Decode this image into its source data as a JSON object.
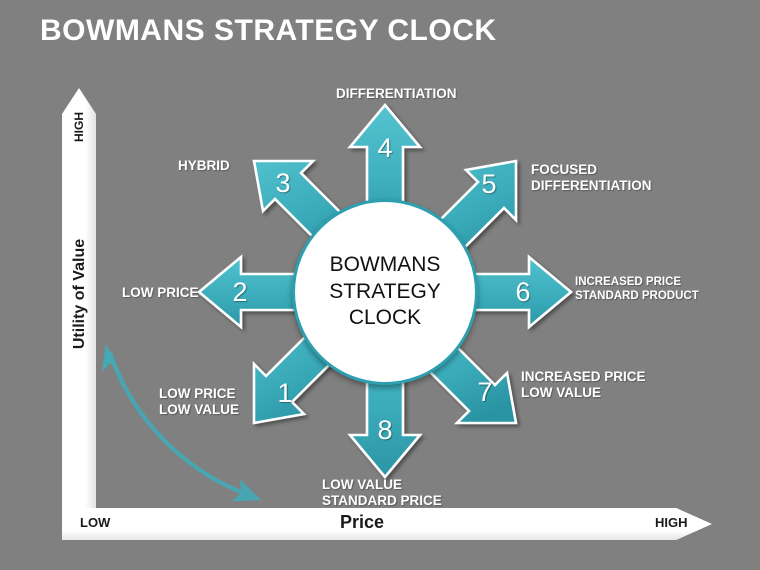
{
  "title": "BOWMANS STRATEGY CLOCK",
  "colors": {
    "background": "#808080",
    "arrow_teal_light": "#4fc0cd",
    "arrow_teal_dark": "#2a93a3",
    "arrow_outline": "#ffffff",
    "axis_white": "#ffffff",
    "text_white": "#ffffff",
    "text_black": "#111111",
    "curved_arrow": "#45a9b4"
  },
  "center": {
    "line1": "BOWMANS",
    "line2": "STRATEGY",
    "line3": "CLOCK"
  },
  "axes": {
    "y": {
      "label": "Utility of Value",
      "high": "HIGH"
    },
    "x": {
      "label": "Price",
      "low": "LOW",
      "high": "HIGH"
    }
  },
  "arrows": [
    {
      "number": "1",
      "direction": "down-left",
      "label": "LOW PRICE\nLOW VALUE"
    },
    {
      "number": "2",
      "direction": "left",
      "label": "LOW PRICE"
    },
    {
      "number": "3",
      "direction": "up-left",
      "label": "HYBRID"
    },
    {
      "number": "4",
      "direction": "up",
      "label": "DIFFERENTIATION"
    },
    {
      "number": "5",
      "direction": "up-right",
      "label": "FOCUSED\nDIFFERENTIATION"
    },
    {
      "number": "6",
      "direction": "right",
      "label": "INCREASED PRICE\nSTANDARD PRODUCT"
    },
    {
      "number": "7",
      "direction": "down-right",
      "label": "INCREASED PRICE\nLOW VALUE"
    },
    {
      "number": "8",
      "direction": "down",
      "label": "LOW VALUE\nSTANDARD PRICE"
    }
  ],
  "labels": {
    "differentiation": "DIFFERENTIATION",
    "hybrid": "HYBRID",
    "focused_differentiation": "FOCUSED\nDIFFERENTIATION",
    "low_price": "LOW PRICE",
    "increased_price_standard_product": "INCREASED PRICE\nSTANDARD PRODUCT",
    "low_price_low_value": "LOW PRICE\nLOW VALUE",
    "increased_price_low_value": "INCREASED PRICE\nLOW VALUE",
    "low_value_standard_price": "LOW VALUE\nSTANDARD PRICE"
  },
  "curved_arrow": {
    "description": "double-headed curved arrow from upper-left to lower-right"
  }
}
